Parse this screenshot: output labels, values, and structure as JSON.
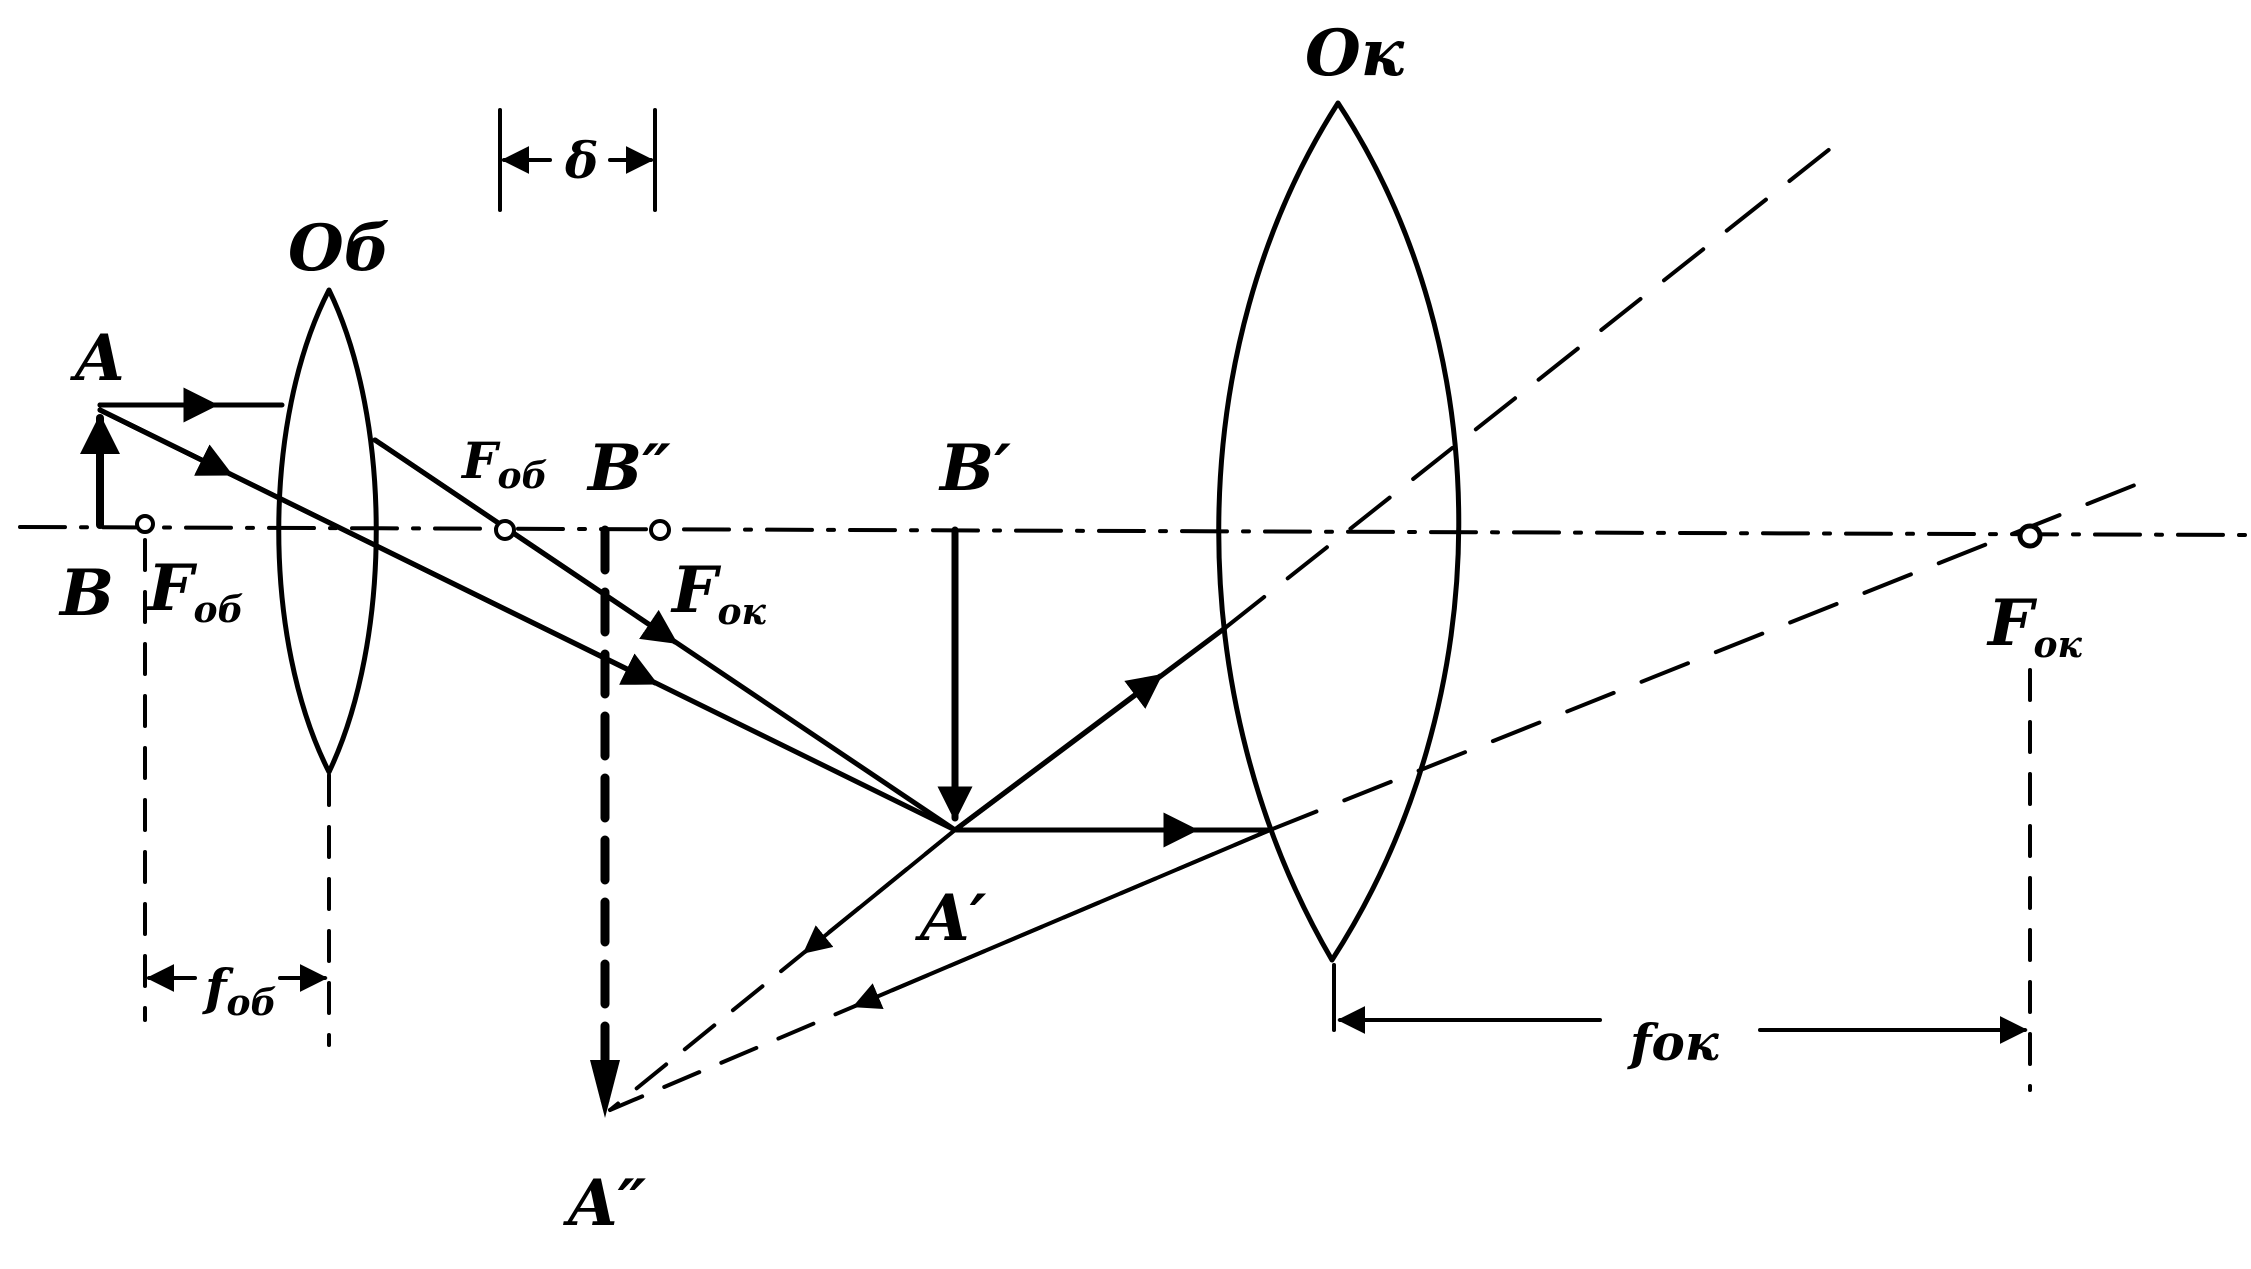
{
  "labels": {
    "objective_lens": "Oб",
    "eyepiece_lens": "Oк",
    "point_A": "A",
    "point_B": "B",
    "point_A1": "A′",
    "point_B1": "B′",
    "point_A2": "A″",
    "point_B2": "B″",
    "focus_objective_left": {
      "main": "F",
      "sub": "об"
    },
    "focus_objective_right": {
      "main": "F",
      "sub": "об"
    },
    "focus_eyepiece_left": {
      "main": "F",
      "sub": "ок"
    },
    "focus_eyepiece_right": {
      "main": "F",
      "sub": "ок"
    },
    "delta": "δ",
    "focal_length_objective": {
      "main": "f",
      "sub": "об"
    },
    "focal_length_eyepiece": "fок"
  }
}
